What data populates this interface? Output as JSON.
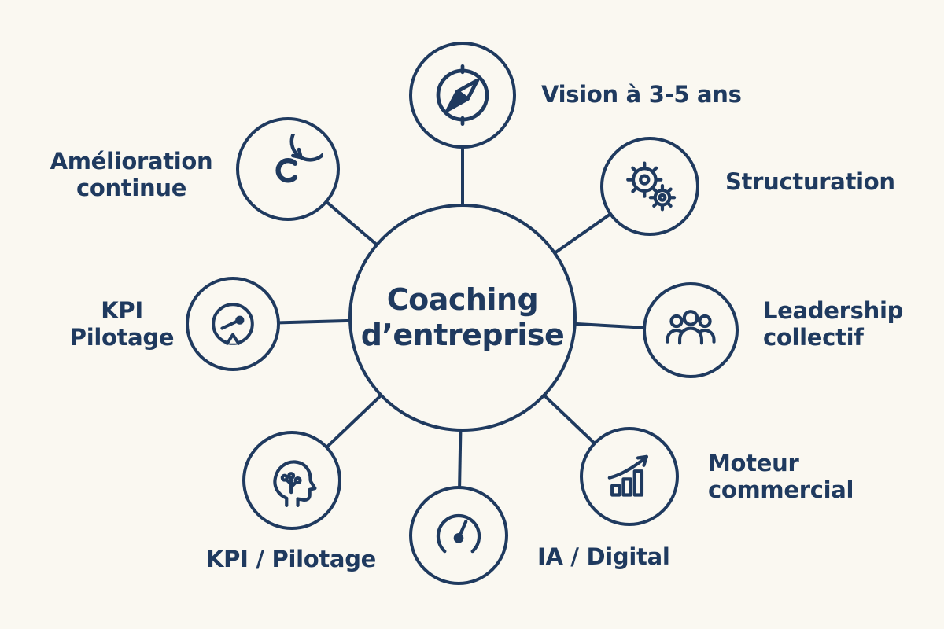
{
  "colors": {
    "ink": "#1f3a5f",
    "background": "#faf8f1"
  },
  "center": {
    "title": "Coaching d’entreprise"
  },
  "nodes": [
    {
      "label": "Vision à 3-5 ans",
      "icon": "compass-icon"
    },
    {
      "label": "Structuration",
      "icon": "gears-icon"
    },
    {
      "label": "Leadership collectif",
      "icon": "team-icon"
    },
    {
      "label": "Moteur commercial",
      "icon": "growth-arrow-icon"
    },
    {
      "label": "IA / Digital",
      "icon": "gauge-icon"
    },
    {
      "label": "KPI / Pilotage",
      "icon": "head-circuit-icon"
    },
    {
      "label": "KPI Pilotage",
      "icon": "speedometer-icon"
    },
    {
      "label": "Amélioration continue",
      "icon": "refresh-icon"
    }
  ]
}
